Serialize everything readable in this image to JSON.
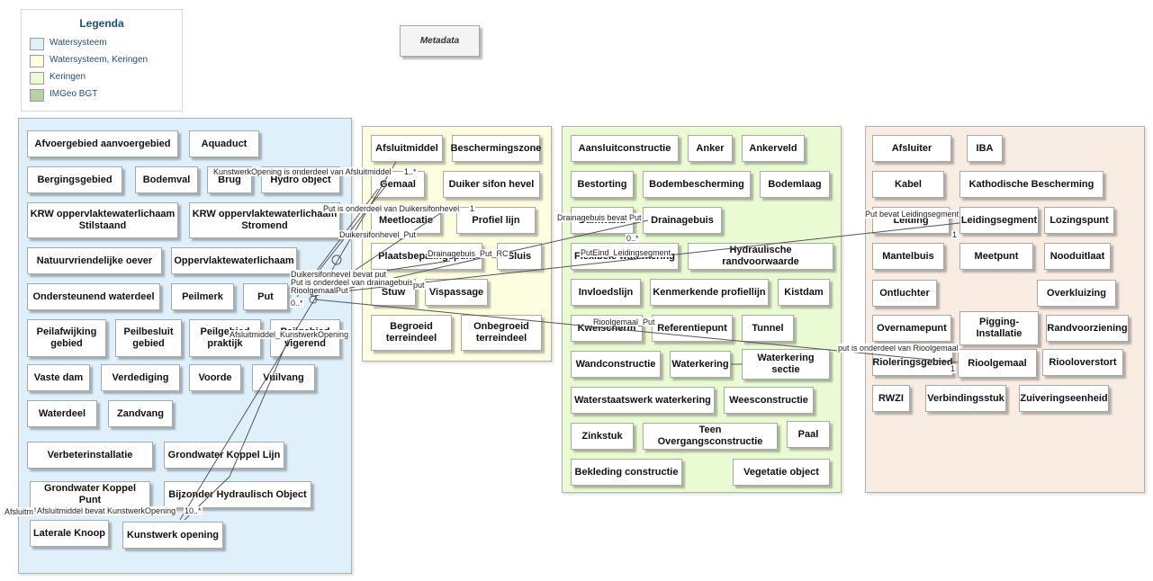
{
  "legend": {
    "title": "Legenda",
    "items": [
      {
        "label": "Watersysteem",
        "color": "#dff0fb"
      },
      {
        "label": "Watersysteem, Keringen",
        "color": "#fdfde0"
      },
      {
        "label": "Keringen",
        "color": "#eafbd4"
      },
      {
        "label": "IMGeo BGT",
        "color": "#b7d0a6"
      }
    ]
  },
  "metadata_label": "Metadata",
  "colors": {
    "watersysteem": "#dff0fb",
    "watersysteem_keringen": "#fdfde0",
    "keringen": "#eafbd4",
    "beheer": "#f9ece2"
  },
  "watersysteem": [
    "Afvoergebied aanvoergebied",
    "Aquaduct",
    "Bergingsgebied",
    "Bodemval",
    "Brug",
    "Hydro object",
    "KRW oppervlaktewaterlichaam Stilstaand",
    "KRW oppervlaktewaterlichaam Stromend",
    "Natuurvriendelijke oever",
    "Oppervlaktewaterlichaam",
    "Ondersteunend waterdeel",
    "Peilmerk",
    "Put",
    "Peilafwijking gebied",
    "Peilbesluit gebied",
    "Peilgebied praktijk",
    "Peilgebied vigerend",
    "Vaste dam",
    "Verdediging",
    "Voorde",
    "Vuilvang",
    "Waterdeel",
    "Zandvang",
    "Verbeterinstallatie",
    "Grondwater Koppel Lijn",
    "Grondwater Koppel Punt",
    "Bijzonder Hydraulisch Object",
    "Laterale Knoop",
    "Kunstwerk opening"
  ],
  "watersysteem_keringen": [
    "Afsluitmiddel",
    "Beschermingszone",
    "Gemaal",
    "Duiker sifon hevel",
    "Meetlocatie",
    "Profiel lijn",
    "Plaatsbepalingspunt",
    "Sluis",
    "Stuw",
    "Vispassage",
    "Begroeid terreindeel",
    "Onbegroeid terreindeel"
  ],
  "keringen": [
    "Aansluitconstructie",
    "Anker",
    "Ankerveld",
    "Bestorting",
    "Bodembescherming",
    "Bodemlaag",
    "Damwand",
    "Drainagebuis",
    "Flexibele waterkering",
    "Hydraulische randvoorwaarde",
    "Invloedslijn",
    "Kenmerkende profiellijn",
    "Kistdam",
    "Kwelscherm",
    "Referentiepunt",
    "Tunnel",
    "Wandconstructie",
    "Waterkering",
    "Waterkering sectie",
    "Waterstaatswerk waterkering",
    "Weesconstructie",
    "Zinkstuk",
    "Teen Overgangsconstructie",
    "Paal",
    "Bekleding constructie",
    "Vegetatie object"
  ],
  "beheer": [
    "Afsluiter",
    "IBA",
    "Kabel",
    "Kathodische Bescherming",
    "Leiding",
    "Leidingsegment",
    "Lozingspunt",
    "Mantelbuis",
    "Meetpunt",
    "Nooduitlaat",
    "Ontluchter",
    "Overkluizing",
    "Overnamepunt",
    "Pigging-Installatie",
    "Randvoorziening",
    "Rioleringsgebied",
    "Rioolgemaal",
    "Riooloverstort",
    "RWZI",
    "Verbindingsstuk",
    "Zuiveringseenheid"
  ],
  "connectors": [
    "KunstwerkOpening is onderdeel van Afsluitmiddel",
    "1..*",
    "Put is onderdeel van Duikersifonhevel",
    "1",
    "Duikersifonhevel_Put",
    "Drainagebuis bevat Put",
    "Drainagebuis_Put_RC",
    "PutEind_Leidingsegment",
    "0..*",
    "Put bevat Leidingsegment",
    "1",
    "Duikersifonhevel bevat put",
    "Put is onderdeel van drainagebuis",
    "RioolgemaalPut",
    "0..*",
    "Afsluitmiddel_KunstwerkOpening",
    "Rioolgemaal_Put",
    "put is onderdeel van Rioolgemaal",
    "1",
    "Afsluitm",
    "Afsluitmiddel bevat KunstwerkOpening",
    "10..*",
    "put"
  ]
}
